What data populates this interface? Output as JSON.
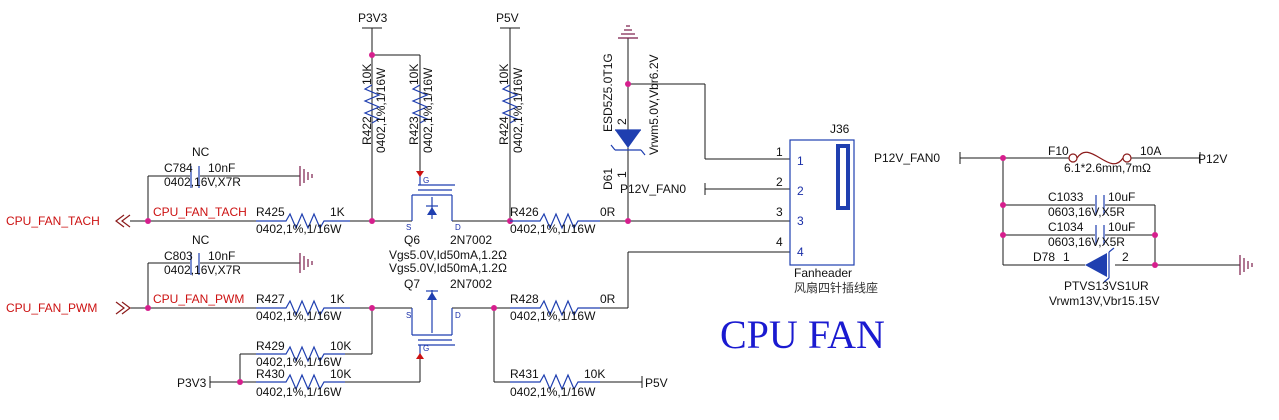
{
  "title": "CPU FAN",
  "nets": {
    "p3v3_top": "P3V3",
    "p5v_top": "P5V",
    "p3v3_bottom": "P3V3",
    "p5v_bottom": "P5V",
    "p12v_fan0_left": "P12V_FAN0",
    "p12v_fan0_right": "P12V_FAN0",
    "p12v": "P12V",
    "cpu_fan_tach": "CPU_FAN_TACH",
    "cpu_fan_pwm": "CPU_FAN_PWM",
    "cpu_fan_tach_label": "CPU_FAN_TACH",
    "cpu_fan_pwm_label": "CPU_FAN_PWM"
  },
  "components": {
    "c784": {
      "nc": "NC",
      "ref": "C784",
      "value": "10nF",
      "spec": "0402,16V,X7R"
    },
    "c803": {
      "nc": "NC",
      "ref": "C803",
      "value": "10nF",
      "spec": "0402,16V,X7R"
    },
    "r425": {
      "ref": "R425",
      "value": "1K",
      "spec": "0402,1%,1/16W"
    },
    "r427": {
      "ref": "R427",
      "value": "1K",
      "spec": "0402,1%,1/16W"
    },
    "r422": {
      "ref": "R422",
      "value": "10K",
      "spec": "0402,1%,1/16W"
    },
    "r423": {
      "ref": "R423",
      "value": "10K",
      "spec": "0402,1%,1/16W"
    },
    "r424": {
      "ref": "R424",
      "value": "10K",
      "spec": "0402,1%,1/16W"
    },
    "r426": {
      "ref": "R426",
      "value": "0R",
      "spec": "0402,1%,1/16W"
    },
    "r428": {
      "ref": "R428",
      "value": "0R",
      "spec": "0402,1%,1/16W"
    },
    "r429": {
      "ref": "R429",
      "value": "10K",
      "spec": "0402,1%,1/16W"
    },
    "r430": {
      "ref": "R430",
      "value": "10K",
      "spec": "0402,1%,1/16W"
    },
    "r431": {
      "ref": "R431",
      "value": "10K",
      "spec": "0402,1%,1/16W"
    },
    "q6": {
      "ref": "Q6",
      "part": "2N7002",
      "spec": "Vgs5.0V,Id50mA,1.2Ω"
    },
    "q7": {
      "ref": "Q7",
      "part": "2N7002",
      "spec": "Vgs5.0V,Id50mA,1.2Ω"
    },
    "d61": {
      "ref": "D61",
      "part": "ESD5Z5.0T1G",
      "spec": "Vrwm5.0V,Vbr6.2V",
      "pin2": "2",
      "pin1": "1"
    },
    "j36": {
      "ref": "J36",
      "name": "Fanheader",
      "desc": "风扇四针插线座",
      "pins": [
        "1",
        "2",
        "3",
        "4"
      ]
    },
    "f10": {
      "ref": "F10",
      "value": "10A",
      "spec": "6.1*2.6mm,7mΩ"
    },
    "c1033": {
      "ref": "C1033",
      "value": "10uF",
      "spec": "0603,16V,X5R"
    },
    "c1034": {
      "ref": "C1034",
      "value": "10uF",
      "spec": "0603,16V,X5R"
    },
    "d78": {
      "ref": "D78",
      "part": "PTVS13VS1UR",
      "spec": "Vrwm13V,Vbr15.15V",
      "pin1": "1",
      "pin2": "2"
    }
  },
  "mosfet_pins": {
    "g": "G",
    "s": "S",
    "d": "D"
  },
  "colors": {
    "wire": "#1a1a1a",
    "component": "#1f3fb0",
    "net_label": "#cc1111",
    "junction": "#d61f8d",
    "title": "#1a1ad0"
  }
}
